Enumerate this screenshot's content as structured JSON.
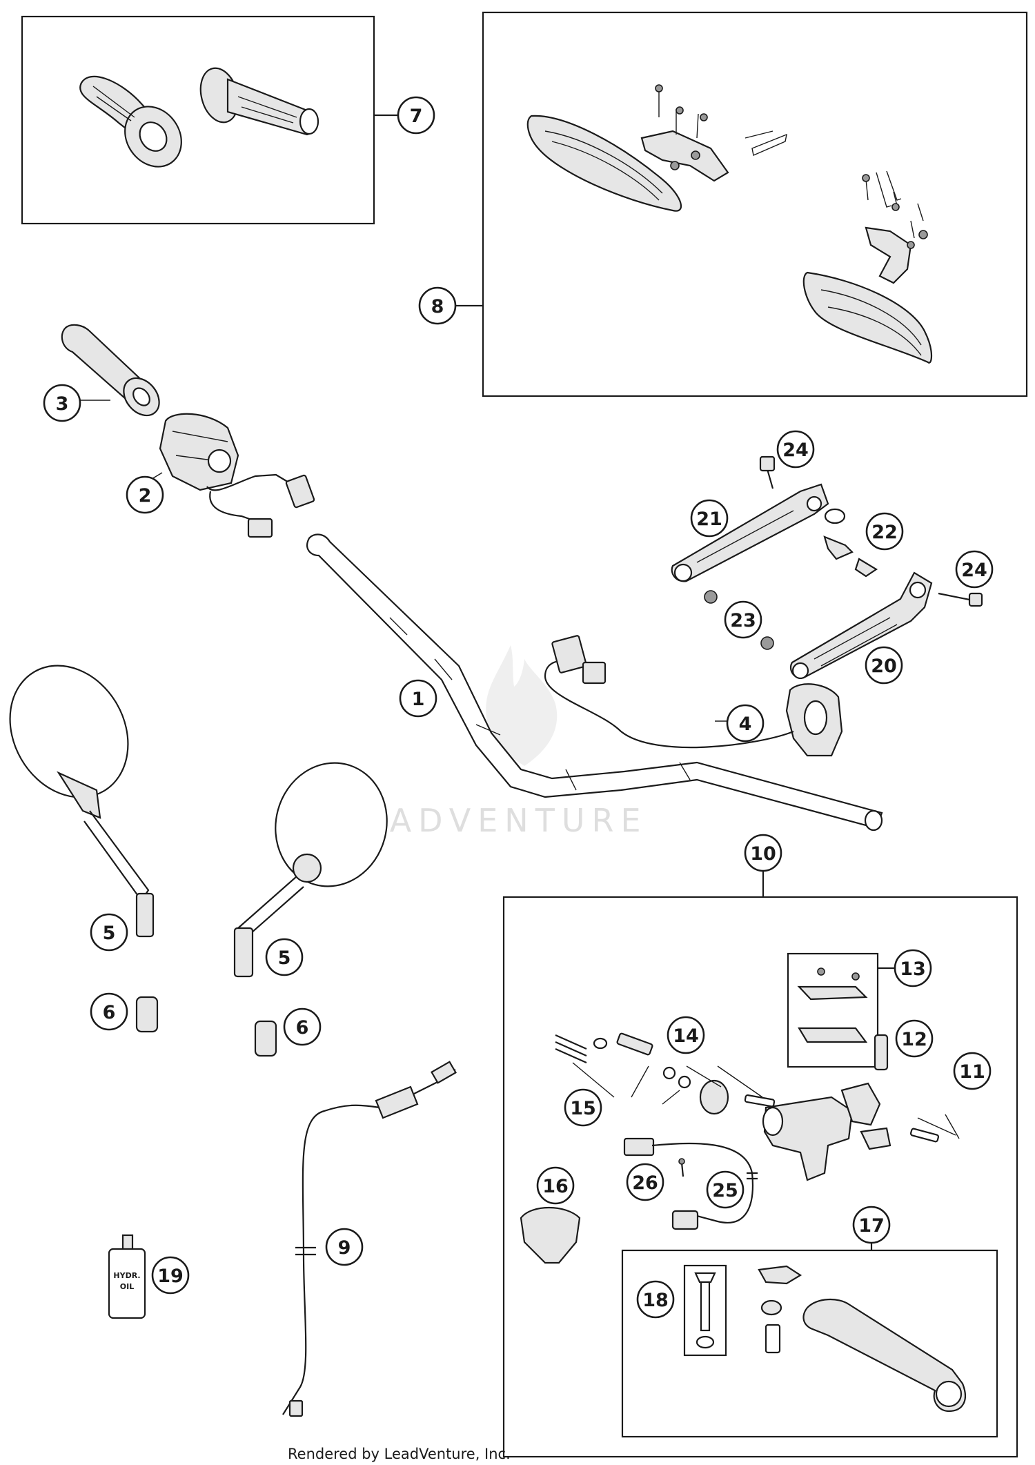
{
  "callouts": [
    {
      "id": "1",
      "label": "1"
    },
    {
      "id": "2",
      "label": "2"
    },
    {
      "id": "3",
      "label": "3"
    },
    {
      "id": "4",
      "label": "4"
    },
    {
      "id": "5a",
      "label": "5"
    },
    {
      "id": "5b",
      "label": "5"
    },
    {
      "id": "6a",
      "label": "6"
    },
    {
      "id": "6b",
      "label": "6"
    },
    {
      "id": "7",
      "label": "7"
    },
    {
      "id": "8",
      "label": "8"
    },
    {
      "id": "9",
      "label": "9"
    },
    {
      "id": "10",
      "label": "10"
    },
    {
      "id": "11",
      "label": "11"
    },
    {
      "id": "12",
      "label": "12"
    },
    {
      "id": "13",
      "label": "13"
    },
    {
      "id": "14",
      "label": "14"
    },
    {
      "id": "15",
      "label": "15"
    },
    {
      "id": "16",
      "label": "16"
    },
    {
      "id": "17",
      "label": "17"
    },
    {
      "id": "18",
      "label": "18"
    },
    {
      "id": "19",
      "label": "19"
    },
    {
      "id": "20",
      "label": "20"
    },
    {
      "id": "21",
      "label": "21"
    },
    {
      "id": "22",
      "label": "22"
    },
    {
      "id": "23",
      "label": "23"
    },
    {
      "id": "24a",
      "label": "24"
    },
    {
      "id": "24b",
      "label": "24"
    },
    {
      "id": "25",
      "label": "25"
    },
    {
      "id": "26",
      "label": "26"
    }
  ],
  "watermark": "LEADVENTURE",
  "bottle_label": {
    "line1": "HYDR.",
    "line2": "OIL"
  },
  "footer": {
    "credit": "Rendered by LeadVenture, Inc."
  }
}
